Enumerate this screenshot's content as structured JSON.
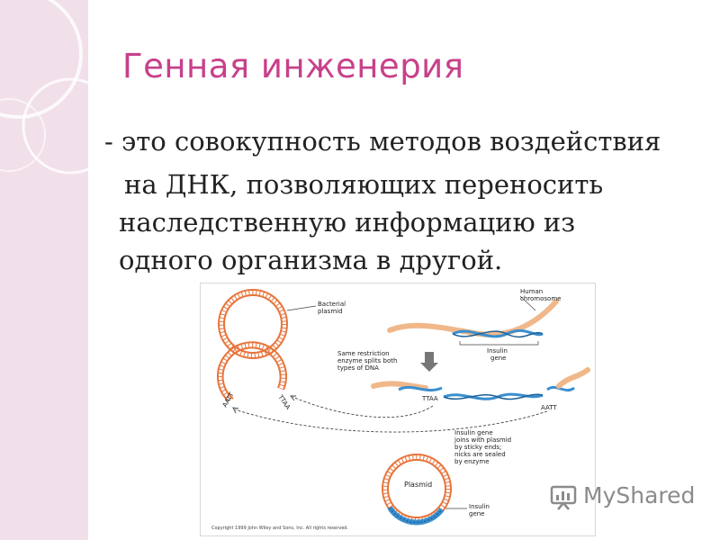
{
  "slide": {
    "title": "Генная инженерия",
    "lines": [
      "- это совокупность методов воздействия",
      "на ДНК, позволяющих переносить",
      "наследственную информацию из",
      "одного организма в другой."
    ]
  },
  "figure": {
    "labels": {
      "bacterial_plasmid_1": "Bacterial",
      "bacterial_plasmid_2": "plasmid",
      "human_chromosome_1": "Human",
      "human_chromosome_2": "chromosome",
      "insulin_gene_top_1": "Insulin",
      "insulin_gene_top_2": "gene",
      "restriction_1": "Same restriction",
      "restriction_2": "enzyme splits both",
      "restriction_3": "types of DNA",
      "sticky_ends_1": "TTAA",
      "sticky_ends_2": "AATT",
      "sticky_ends_3": "TTAA",
      "sticky_ends_4": "AATT",
      "joins_1": "Insulin gene",
      "joins_2": "joins with plasmid",
      "joins_3": "by sticky ends;",
      "joins_4": "nicks are sealed",
      "joins_5": "by enzyme",
      "plasmid": "Plasmid",
      "insulin_gene_bottom_1": "Insulin",
      "insulin_gene_bottom_2": "gene",
      "copyright": "Copyright 1999 John Wiley and Sons, Inc. All rights reserved."
    },
    "colors": {
      "dna_orange": "#e8743b",
      "dna_blue": "#3a8fd0",
      "chromosome": "#f0b88a"
    }
  },
  "watermark": {
    "text": "MyShared",
    "icon": "presentation-board-icon"
  },
  "theme": {
    "title_color": "#c8408a",
    "panel_color": "#f1dfe9"
  }
}
